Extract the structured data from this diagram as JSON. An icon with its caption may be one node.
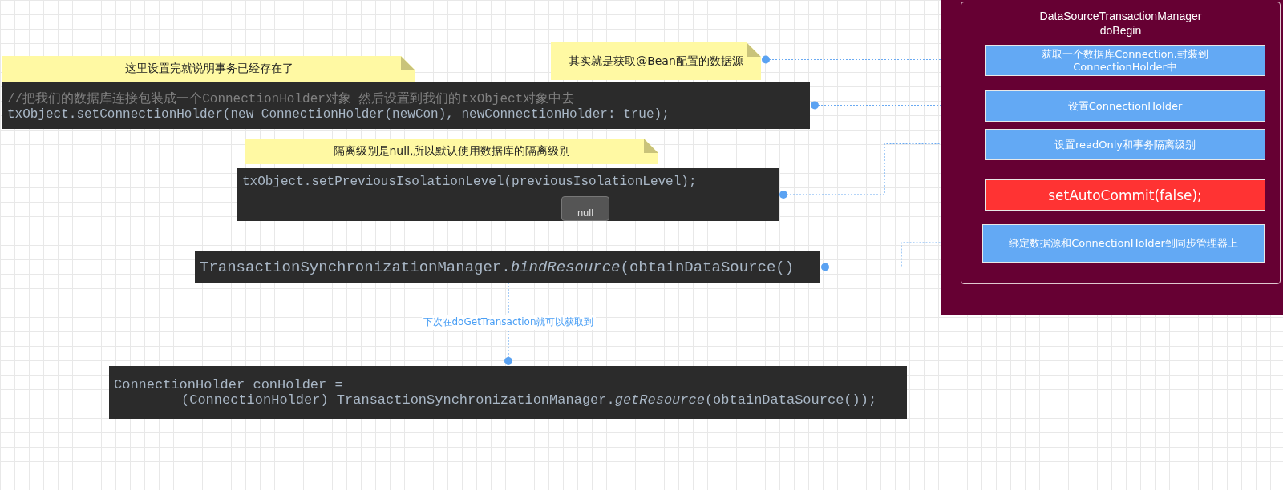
{
  "diagram": {
    "nodes": [
      {
        "text": [
          "这里设置完就说明事务已经存在了"
        ]
      },
      {
        "text": [
          "//把我们的数据库连接包装成一个ConnectionHolder对象 然后设置到我们的txObject对象中去",
          "txObject.setConnectionHolder(new ConnectionHolder(newCon), newConnectionHolder: true);"
        ]
      },
      {
        "text": [
          "其实就是获取@Bean配置的数据源"
        ]
      },
      {
        "text": [
          "隔离级别是null,所以默认使用数据库的隔离级别"
        ]
      },
      {
        "text": [
          "txObject.setPreviousIsolationLevel(previousIsolationLevel);"
        ]
      },
      {
        "text": [
          "null"
        ],
        "in": 4
      },
      {
        "text": [
          "TransactionSynchronizationManager.*bindResource*(obtainDataSource()"
        ]
      },
      {
        "text": [
          "ConnectionHolder conHolder =",
          "(ConnectionHolder) TransactionSynchronizationManager.*getResource*(obtainDataSource());"
        ]
      },
      {
        "text": [],
        "shape": "box"
      },
      {
        "text": [
          "DataSourceTransactionManager doBegin"
        ],
        "in": 8
      },
      {
        "text": [
          "获取一个数据库Connection,封装到ConnectionHolder中"
        ],
        "in": 9
      },
      {
        "text": [
          "设置ConnectionHolder"
        ],
        "in": 9
      },
      {
        "text": [
          "设置readOnly和事务隔离级别"
        ],
        "in": 9
      },
      {
        "text": [
          "setAutoCommit(false);"
        ],
        "in": 9
      },
      {
        "text": [
          "绑定数据源和ConnectionHolder到同步管理器上"
        ],
        "in": 9
      }
    ],
    "edges": [
      {
        "from": 2,
        "to": 10,
        "arrow": "other",
        "style": "dashed"
      },
      {
        "from": 1,
        "to": 11,
        "arrow": "other",
        "style": "dashed"
      },
      {
        "from": 4,
        "to": 12,
        "arrow": "other",
        "style": "dashed"
      },
      {
        "from": 6,
        "to": 14,
        "arrow": "other",
        "style": "dashed"
      },
      {
        "from": 7,
        "to": 6,
        "arrow": "other",
        "style": "dashed",
        "label": "下次在doGetTransaction就可以获取到"
      }
    ]
  }
}
